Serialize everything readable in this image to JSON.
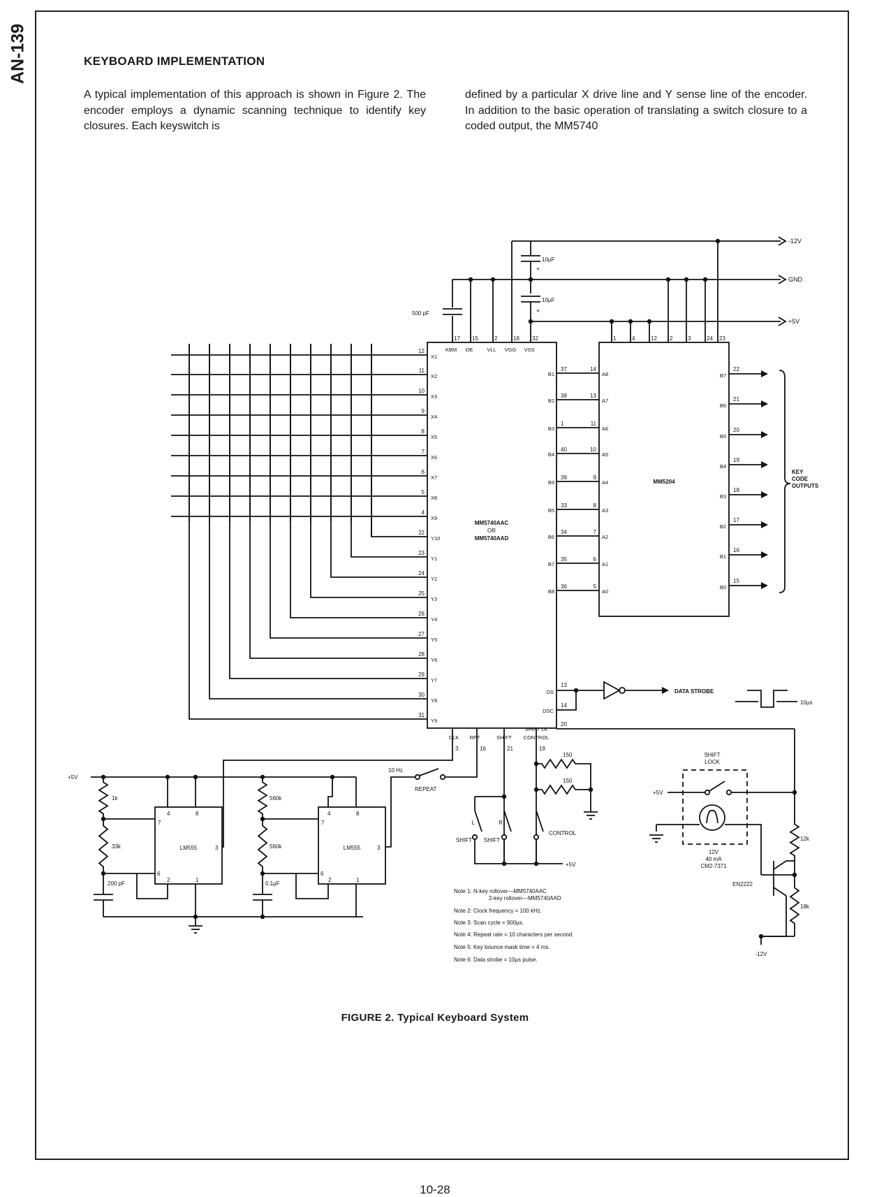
{
  "side_label": "AN-139",
  "heading": "KEYBOARD IMPLEMENTATION",
  "body_left": "A typical implementation of this approach is shown in Figure 2. The encoder employs a dynamic scanning technique to identify key closures. Each keyswitch is",
  "body_right": "defined by a particular X drive line and Y sense line of the encoder. In addition to the basic operation of translating a switch closure to a coded output, the MM5740",
  "figure_caption": "FIGURE 2. Typical Keyboard System",
  "page_number": "10-28",
  "schematic": {
    "supplies": {
      "neg12": "-12V",
      "gnd": "GND",
      "pos5": "+5V"
    },
    "caps": {
      "c1": "10µF",
      "c2": "10µF",
      "c500": "500 pF"
    },
    "encoder": {
      "name1": "MM5740AAC",
      "or": "OR",
      "name2": "MM5740AAD",
      "top_pins": [
        {
          "num": "17",
          "name": "KBM"
        },
        {
          "num": "15",
          "name": "OE"
        },
        {
          "num": "2",
          "name": "VLL"
        },
        {
          "num": "18",
          "name": "VGG"
        },
        {
          "num": "32",
          "name": "VSS"
        }
      ],
      "left_pins": [
        {
          "num": "12",
          "name": "X1"
        },
        {
          "num": "11",
          "name": "X2"
        },
        {
          "num": "10",
          "name": "X3"
        },
        {
          "num": "9",
          "name": "X4"
        },
        {
          "num": "8",
          "name": "X5"
        },
        {
          "num": "7",
          "name": "X6"
        },
        {
          "num": "6",
          "name": "X7"
        },
        {
          "num": "5",
          "name": "X8"
        },
        {
          "num": "4",
          "name": "X9"
        },
        {
          "num": "22",
          "name": "Y10"
        },
        {
          "num": "23",
          "name": "Y1"
        },
        {
          "num": "24",
          "name": "Y2"
        },
        {
          "num": "25",
          "name": "Y3"
        },
        {
          "num": "26",
          "name": "Y4"
        },
        {
          "num": "27",
          "name": "Y5"
        },
        {
          "num": "28",
          "name": "Y6"
        },
        {
          "num": "29",
          "name": "Y7"
        },
        {
          "num": "30",
          "name": "Y8"
        },
        {
          "num": "31",
          "name": "Y9"
        }
      ],
      "right_pins": [
        {
          "name": "B1",
          "num": "37"
        },
        {
          "name": "B2",
          "num": "38"
        },
        {
          "name": "B3",
          "num": "1"
        },
        {
          "name": "B4",
          "num": "40"
        },
        {
          "name": "B9",
          "num": "39"
        },
        {
          "name": "B5",
          "num": "33"
        },
        {
          "name": "B6",
          "num": "34"
        },
        {
          "name": "B7",
          "num": "35"
        },
        {
          "name": "B8",
          "num": "36"
        }
      ],
      "ds": {
        "name": "DS",
        "num": "13"
      },
      "dsc": {
        "name": "DSC",
        "num": "14"
      },
      "bottom_pins": [
        {
          "name": "CLK",
          "num": "3"
        },
        {
          "name": "RPT",
          "num": "16"
        },
        {
          "name": "SHIFT",
          "num": "21"
        },
        {
          "name": "CONTROL",
          "num": "19"
        }
      ],
      "shift_lk": {
        "name": "SHIFT LK",
        "num": "20"
      }
    },
    "rom": {
      "name": "MM5204",
      "top_pins": [
        "1",
        "4",
        "12",
        "2",
        "3",
        "24",
        "23"
      ],
      "inputs": [
        {
          "num": "14",
          "name": "A8"
        },
        {
          "num": "13",
          "name": "A7"
        },
        {
          "num": "11",
          "name": "A6"
        },
        {
          "num": "10",
          "name": "A5"
        },
        {
          "num": "9",
          "name": "A4"
        },
        {
          "num": "8",
          "name": "A3"
        },
        {
          "num": "7",
          "name": "A2"
        },
        {
          "num": "6",
          "name": "A1"
        },
        {
          "num": "5",
          "name": "A0"
        }
      ],
      "outputs": [
        {
          "name": "B7",
          "num": "22"
        },
        {
          "name": "B6",
          "num": "21"
        },
        {
          "name": "B5",
          "num": "20"
        },
        {
          "name": "B4",
          "num": "19"
        },
        {
          "name": "B3",
          "num": "18"
        },
        {
          "name": "B2",
          "num": "17"
        },
        {
          "name": "B1",
          "num": "16"
        },
        {
          "name": "B0",
          "num": "15"
        }
      ]
    },
    "key_code_outputs": [
      "KEY",
      "CODE",
      "OUTPUTS"
    ],
    "data_strobe": "DATA STROBE",
    "pulse_width": "10µs",
    "clock_section": {
      "supply": "+5V",
      "r1": "1k",
      "r2": "33k",
      "c1": "200 pF",
      "timer": "LM555",
      "pins": {
        "p4": "4",
        "p8": "8",
        "p7": "7",
        "p6": "6",
        "p2": "2",
        "p1": "1",
        "p3": "3"
      }
    },
    "repeat_section": {
      "r1": "560k",
      "r2": "560k",
      "c1": "0.1µF",
      "timer": "LM555",
      "freq": "10 Hz",
      "switch": "REPEAT"
    },
    "shift_section": {
      "r1": "150",
      "r2": "150",
      "l_shift": [
        "L",
        "SHIFT"
      ],
      "r_shift": [
        "R",
        "SHIFT"
      ],
      "control": "CONTROL",
      "supply": "+5V"
    },
    "lock_section": {
      "title": [
        "SHIFT",
        "LOCK"
      ],
      "supply": "+5V",
      "lamp": [
        "12V",
        "40 mA",
        "CM2-7371"
      ],
      "r1": "12k",
      "r2": "18k",
      "transistor": "EN2222",
      "neg": "-12V"
    },
    "notes": [
      "Note 1:  N-key rollover—MM5740AAC",
      "2-key rollover—MM5740AAD",
      "Note 2:  Clock frequency = 100 kHz.",
      "Note 3:  Scan cycle = 900µs.",
      "Note 4:  Repeat rate = 10 characters per second.",
      "Note 5:  Key bounce mask time = 4 ms.",
      "Note 6:  Data strobe = 10µs pulse."
    ]
  }
}
